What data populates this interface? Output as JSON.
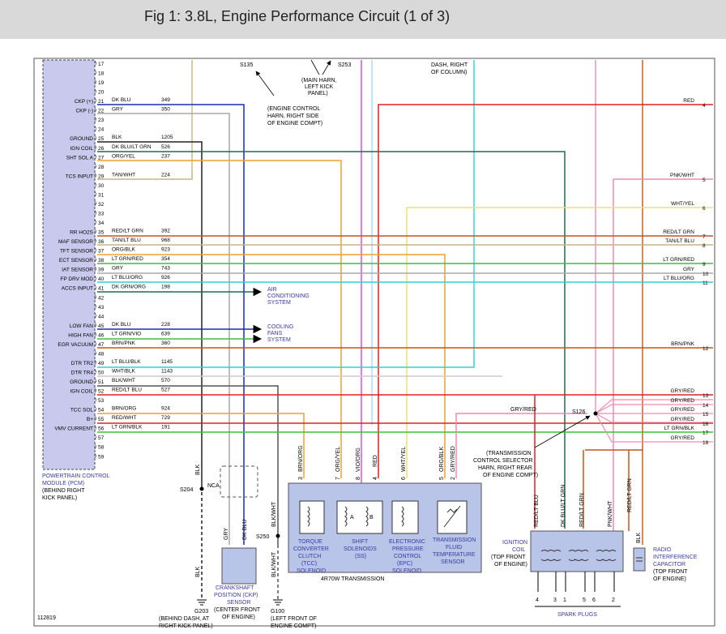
{
  "header": {
    "title": "Fig 1: 3.8L, Engine Performance Circuit (1 of 3)"
  },
  "pcm": {
    "label": [
      "POWERTRAIN CONTROL",
      "MODULE (PCM)",
      "(BEHIND RIGHT",
      "KICK PANEL)"
    ],
    "pins": [
      {
        "n": "17"
      },
      {
        "n": "18"
      },
      {
        "n": "19"
      },
      {
        "n": "20"
      },
      {
        "n": "21",
        "label": "CKP (+)",
        "color": "DK BLU",
        "circuit": "349"
      },
      {
        "n": "22",
        "label": "CKP (-)",
        "color": "GRY",
        "circuit": "350"
      },
      {
        "n": "23"
      },
      {
        "n": "24"
      },
      {
        "n": "25",
        "label": "GROUND",
        "color": "BLK",
        "circuit": "1205"
      },
      {
        "n": "26",
        "label": "IGN COIL",
        "color": "DK BLU/LT GRN",
        "circuit": "526"
      },
      {
        "n": "27",
        "label": "SHT SOL A",
        "color": "ORG/YEL",
        "circuit": "237"
      },
      {
        "n": "28"
      },
      {
        "n": "29",
        "label": "TCS INPUT",
        "color": "TAN/WHT",
        "circuit": "224"
      },
      {
        "n": "30"
      },
      {
        "n": "31"
      },
      {
        "n": "32"
      },
      {
        "n": "33"
      },
      {
        "n": "34"
      },
      {
        "n": "35",
        "label": "RR HO2S",
        "color": "RED/LT GRN",
        "circuit": "392"
      },
      {
        "n": "36",
        "label": "MAF SENSOR",
        "color": "TAN/LT BLU",
        "circuit": "968"
      },
      {
        "n": "37",
        "label": "TFT SENSOR",
        "color": "ORG/BLK",
        "circuit": "923"
      },
      {
        "n": "38",
        "label": "ECT SENSOR",
        "color": "LT GRN/RED",
        "circuit": "354"
      },
      {
        "n": "39",
        "label": "IAT SENSOR",
        "color": "GRY",
        "circuit": "743"
      },
      {
        "n": "40",
        "label": "FP DRV MOD",
        "color": "LT BLU/ORG",
        "circuit": "926"
      },
      {
        "n": "41",
        "label": "ACCS INPUT",
        "color": "DK GRN/ORG",
        "circuit": "198"
      },
      {
        "n": "42"
      },
      {
        "n": "43"
      },
      {
        "n": "44"
      },
      {
        "n": "45",
        "label": "LOW FAN",
        "color": "DK BLU",
        "circuit": "228"
      },
      {
        "n": "46",
        "label": "HIGH FAN",
        "color": "LT GRN/VIO",
        "circuit": "639"
      },
      {
        "n": "47",
        "label": "EGR VACUUM",
        "color": "BRN/PNK",
        "circuit": "360"
      },
      {
        "n": "48"
      },
      {
        "n": "49",
        "label": "DTR TR2",
        "color": "LT BLU/BLK",
        "circuit": "1145"
      },
      {
        "n": "50",
        "label": "DTR TR4",
        "color": "WHT/BLK",
        "circuit": "1143"
      },
      {
        "n": "51",
        "label": "GROUND",
        "color": "BLK/WHT",
        "circuit": "570"
      },
      {
        "n": "52",
        "label": "IGN COIL",
        "color": "RED/LT BLU",
        "circuit": "527"
      },
      {
        "n": "53"
      },
      {
        "n": "54",
        "label": "TCC SOL",
        "color": "BRN/ORG",
        "circuit": "924"
      },
      {
        "n": "55",
        "label": "B+",
        "color": "RED/WHT",
        "circuit": "729"
      },
      {
        "n": "56",
        "label": "VMV CURRENT",
        "color": "LT GRN/BLK",
        "circuit": "191"
      },
      {
        "n": "57"
      },
      {
        "n": "58"
      },
      {
        "n": "59"
      }
    ]
  },
  "right_connector": {
    "wires": [
      {
        "label": "RED",
        "pin": "4"
      },
      {
        "label": "PNK/WHT",
        "pin": "5"
      },
      {
        "label": "WHT/YEL",
        "pin": "6"
      },
      {
        "label": "RED/LT GRN",
        "pin": "7"
      },
      {
        "label": "TAN/LT BLU",
        "pin": "8"
      },
      {
        "label": "LT GRN/RED",
        "pin": "9"
      },
      {
        "label": "GRY",
        "pin": "10"
      },
      {
        "label": "LT BLU/ORG",
        "pin": "11"
      },
      {
        "label": "BRN/PNK",
        "pin": "12"
      },
      {
        "label": "GRY/RED",
        "pin": "13"
      },
      {
        "label": "GRY/RED",
        "pin": "14"
      },
      {
        "label": "GRY/RED",
        "pin": "15"
      },
      {
        "label": "GRY/RED",
        "pin": "16"
      },
      {
        "label": "LT GRN/BLK",
        "pin": "17"
      },
      {
        "label": "GRY/RED",
        "pin": "18"
      }
    ]
  },
  "annotations": {
    "s135": "S135",
    "s253": "S253",
    "main_harn": [
      "(MAIN HARN,",
      "LEFT KICK",
      "PANEL)"
    ],
    "dash_right": [
      "DASH, RIGHT",
      "OF COLUMN)"
    ],
    "engine_harn": [
      "(ENGINE CONTROL",
      "HARN, RIGHT SIDE",
      "OF ENGINE COMPT)"
    ],
    "air": [
      "AIR",
      "CONDITIONING",
      "SYSTEM"
    ],
    "cooling": [
      "COOLING",
      "FANS",
      "SYSTEM"
    ],
    "gry_red": "GRY/RED",
    "s126": "S126",
    "tcs_harn": [
      "(TRANSMISSION",
      "CONTROL SELECTOR",
      "HARN, RIGHT REAR",
      "OF ENGINE COMPT)"
    ],
    "s204": "S204",
    "nca": "NCA",
    "s250": "S250",
    "g203": [
      "G203",
      "(BEHIND DASH, AT",
      "RIGHT KICK PANEL)"
    ],
    "g100": [
      "G100",
      "(LEFT FRONT OF",
      "ENGINE COMPT)"
    ],
    "ckp_sensor": [
      "CRANKSHAFT",
      "POSITION (CKP)",
      "SENSOR",
      "(CENTER FRONT",
      "OF ENGINE)"
    ],
    "transmission": "4R70W TRANSMISSION",
    "tcc": [
      "TORQUE",
      "CONVERTER",
      "CLUTCH",
      "(TCC)",
      "SOLENOID"
    ],
    "shift": [
      "SHIFT",
      "SOLENOIDS",
      "(SS)"
    ],
    "epc": [
      "ELECTRONIC",
      "PRESSURE",
      "CONTROL",
      "(EPC)",
      "SOLENOID"
    ],
    "tft": [
      "TRANSMISSION",
      "FLUID",
      "TEMPERATURE",
      "SENSOR"
    ],
    "ign_coil": [
      "IGNITION",
      "COIL",
      "(TOP FRONT",
      "OF ENGINE)"
    ],
    "radio": [
      "RADIO",
      "INTERFERENCE",
      "CAPACITOR",
      "(TOP FRONT",
      "OF ENGINE)"
    ],
    "spark": "SPARK PLUGS",
    "spark_nums": [
      "4",
      "3",
      "1",
      "5",
      "6",
      "2"
    ],
    "figno": "112819",
    "ss_a": "A",
    "ss_b": "B"
  },
  "vertical_labels": {
    "blk": "BLK",
    "gry": "GRY",
    "dkblu": "DK BLU",
    "blkwht": "BLK/WHT",
    "brnorg": "BRN/ORG",
    "orgyel": "ORG/YEL",
    "vioorg": "VIO/ORG",
    "red": "RED",
    "whtyel": "WHT/YEL",
    "orgblk": "ORG/BLK",
    "gryred": "GRY/RED",
    "redltblu": "RED/LT BLU",
    "dkbluhtgrn": "DK BLU/LT GRN",
    "redltgrn": "RED/LT GRN",
    "pnkwht": "PNK/WHT",
    "redltgrn2": "RED/LT GRN",
    "blk2": "BLK",
    "blk3": "BLK",
    "blkwht2": "BLK/WHT",
    "n3": "3",
    "n7": "7",
    "n8": "8",
    "n4": "4",
    "n6": "6",
    "n5": "5",
    "n2": "2"
  },
  "colors": {
    "dk_blu": "#1a2fa8",
    "gry": "#a8a8a8",
    "tan": "#c7b48a",
    "orange": "#f0a030",
    "red": "#e02020",
    "magenta": "#e040e0",
    "cyan": "#30d0d0",
    "green": "#3cc03c",
    "brown": "#c0561a",
    "pink": "#f08ab0",
    "yellow": "#f0e070",
    "lt_blue": "#9bd0f0",
    "dk_green": "#1d6b4e",
    "pcm_fill": "#c9c9ee",
    "box_fill": "#b8c4e8"
  }
}
